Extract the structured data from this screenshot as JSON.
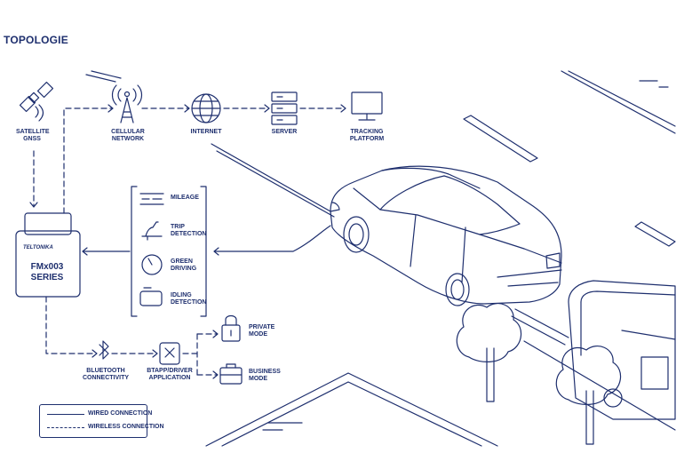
{
  "title": "TOPOLOGIE",
  "nodes": {
    "satellite": "SATELLITE\nGNSS",
    "cellular": "CELLULAR\nNETWORK",
    "internet": "INTERNET",
    "server": "SERVER",
    "tracking": "TRACKING\nPLATFORM",
    "bluetooth": "BLUETOOTH\nCONNECTIVITY",
    "btapp": "BTAPP/DRIVER\nAPPLICATION",
    "private": "PRIVATE\nMODE",
    "business": "BUSINESS\nMODE"
  },
  "device": {
    "brand": "TELTONIKA",
    "name": "FMx003\nSERIES"
  },
  "features": {
    "mileage": "MILEAGE",
    "trip": "TRIP\nDETECTION",
    "green": "GREEN\nDRIVING",
    "idling": "IDLING\nDETECTION"
  },
  "legend": {
    "wired": "WIRED CONNECTION",
    "wireless": "WIRELESS CONNECTION"
  },
  "colors": {
    "line": "#1e2f6e",
    "background": "#ffffff"
  }
}
